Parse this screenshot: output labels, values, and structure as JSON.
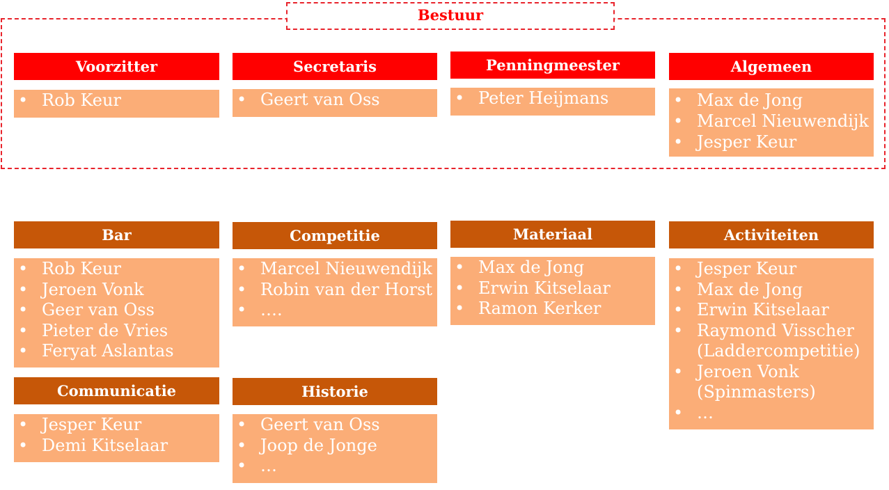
{
  "board": {
    "title": "Bestuur",
    "roles": [
      {
        "id": "voorzitter",
        "title": "Voorzitter",
        "members": [
          "Rob Keur"
        ]
      },
      {
        "id": "secretaris",
        "title": "Secretaris",
        "members": [
          "Geert van Oss"
        ]
      },
      {
        "id": "penningmeester",
        "title": "Penningmeester",
        "members": [
          "Peter Heijmans"
        ]
      },
      {
        "id": "algemeen",
        "title": "Algemeen",
        "members": [
          "Max de Jong",
          "Marcel Nieuwendijk",
          "Jesper Keur"
        ]
      }
    ]
  },
  "committees": [
    {
      "id": "bar",
      "title": "Bar",
      "members": [
        "Rob Keur",
        "Jeroen Vonk",
        "Geer van Oss",
        "Pieter de Vries",
        "Feryat Aslantas"
      ]
    },
    {
      "id": "competitie",
      "title": "Competitie",
      "members": [
        "Marcel Nieuwendijk",
        "Robin van der Horst",
        "…."
      ]
    },
    {
      "id": "materiaal",
      "title": "Materiaal",
      "members": [
        "Max de Jong",
        "Erwin Kitselaar",
        "Ramon Kerker"
      ]
    },
    {
      "id": "activiteiten",
      "title": "Activiteiten",
      "members": [
        "Jesper Keur",
        "Max de Jong",
        "Erwin Kitselaar",
        "Raymond Visscher (Laddercompetitie)",
        "Jeroen Vonk (Spinmasters)",
        "…"
      ]
    },
    {
      "id": "communicatie",
      "title": "Communicatie",
      "members": [
        "Jesper Keur",
        "Demi Kitselaar"
      ]
    },
    {
      "id": "historie",
      "title": "Historie",
      "members": [
        "Geert van Oss",
        "Joop de Jonge",
        "…"
      ]
    }
  ],
  "bullet_glyph": "•",
  "colors": {
    "board_accent": "#ff0000",
    "frame_dash": "#e8232b",
    "committee_header": "#c65708",
    "member_box": "#fbad77",
    "text_on_color": "#ffffff"
  }
}
